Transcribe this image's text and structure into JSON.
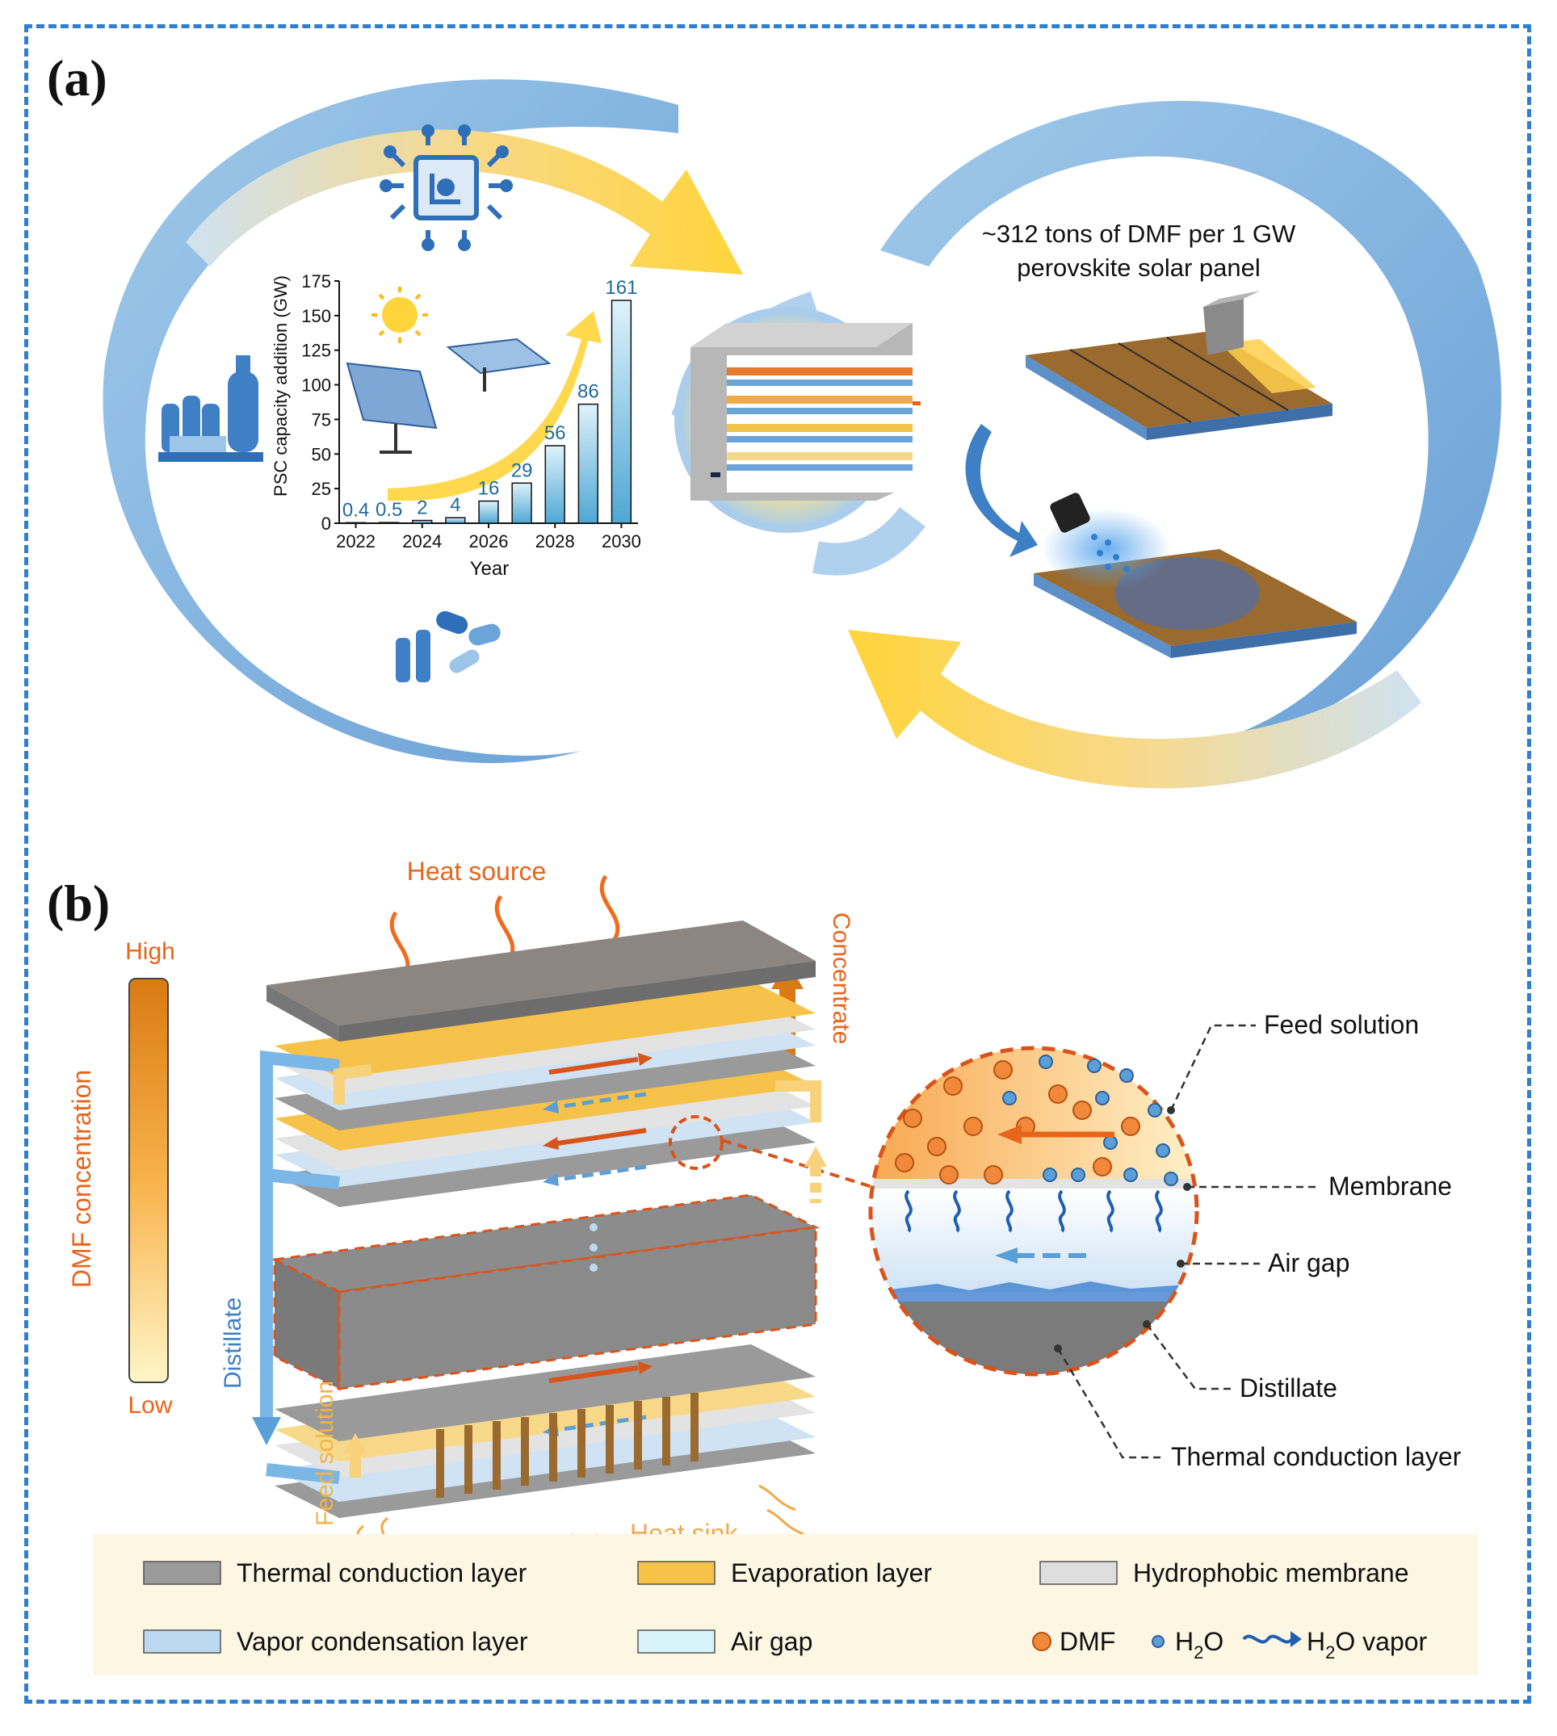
{
  "panel_a": {
    "label": "(a)",
    "dmf_note_line1": "~312 tons of DMF per 1 GW",
    "dmf_note_line2": "perovskite solar panel",
    "icons": [
      "chip-icon",
      "chemical-plant-icon",
      "pharma-icon",
      "sun-icon",
      "solar-panel-icon",
      "distillation-device-icon",
      "coating-head-icon",
      "spray-nozzle-icon"
    ]
  },
  "panel_b": {
    "label": "(b)",
    "heat_source": "Heat  source",
    "heat_sink": "Heat  sink",
    "concentrate": "Concentrate",
    "distillate_flow": "Distillate",
    "feed_flow": "Feed solution",
    "scale_high": "High",
    "scale_low": "Low",
    "scale_title": "DMF concentration",
    "callouts": {
      "feed_solution": "Feed solution",
      "membrane": "Membrane",
      "air_gap": "Air gap",
      "distillate": "Distillate",
      "thermal_layer": "Thermal conduction layer"
    },
    "legend": [
      {
        "label": "Thermal conduction layer",
        "color": "#9b9b9b"
      },
      {
        "label": "Evaporation layer",
        "color": "#f7c24a"
      },
      {
        "label": "Hydrophobic membrane",
        "color": "#dedede"
      },
      {
        "label": "Vapor condensation layer",
        "color": "#bcd9f2"
      },
      {
        "label": "Air gap",
        "color": "#d9f3fa"
      }
    ],
    "legend_markers": {
      "dmf": "DMF",
      "h2o_main": "H",
      "h2o_sub": "2",
      "h2o_tail": "O",
      "vapor_main": "H",
      "vapor_sub": "2",
      "vapor_tail": "O vapor"
    }
  },
  "chart_data": {
    "type": "bar",
    "categories": [
      "2022",
      "2023",
      "2024",
      "2025",
      "2026",
      "2027",
      "2028",
      "2029",
      "2030"
    ],
    "values": [
      0.4,
      0.5,
      2,
      4,
      16,
      29,
      56,
      86,
      161
    ],
    "value_labels": [
      "0.4",
      "0.5",
      "2",
      "4",
      "16",
      "29",
      "56",
      "86",
      "161"
    ],
    "xtick_labels": [
      "2022",
      "2024",
      "2026",
      "2028",
      "2030"
    ],
    "ytick_labels": [
      "0",
      "25",
      "50",
      "75",
      "100",
      "125",
      "150",
      "175"
    ],
    "xlabel": "Year",
    "ylabel": "PSC capacity addition (GW)",
    "ylim": [
      0,
      175
    ],
    "grid": false,
    "colors": {
      "bar_fill_top": "#dff2fb",
      "bar_fill_bottom": "#4fa7d4",
      "value_label": "#1e6a9c"
    }
  },
  "colors": {
    "frame": "#2f7fd1",
    "accent_orange": "#e8641b",
    "accent_yellow": "#f7c24a",
    "accent_blue": "#5a9fd8"
  }
}
